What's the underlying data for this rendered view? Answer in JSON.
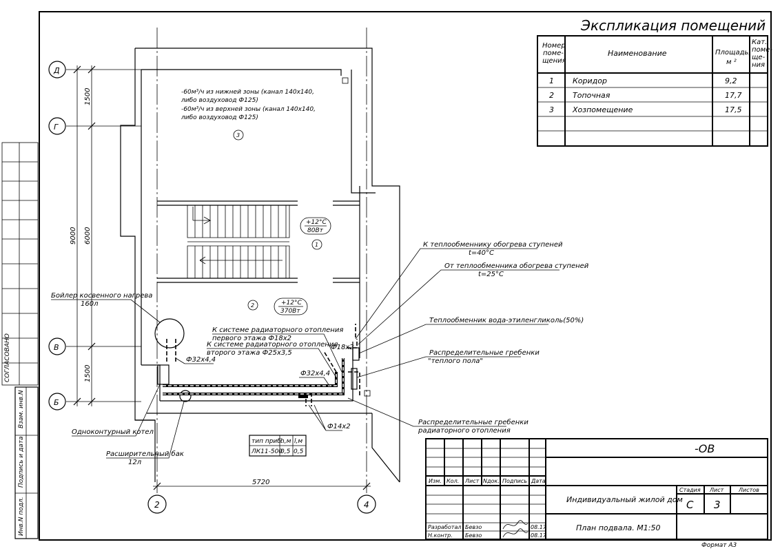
{
  "explication": {
    "title": "Экспликация помещений",
    "headers": {
      "num": "Номер поме-щения",
      "name": "Наименование",
      "area": "Площадь, м ²",
      "cat": "Кат. поме-ще-ния"
    },
    "header_lines": {
      "num": [
        "Номер",
        "поме-",
        "щения"
      ],
      "area": [
        "Площадь,",
        "м ²"
      ],
      "cat": [
        "Кат.",
        "поме-",
        "ще-",
        "ния"
      ]
    },
    "rows": [
      {
        "num": "1",
        "name": "Коридор",
        "area": "9,2"
      },
      {
        "num": "2",
        "name": "Топочная",
        "area": "17,7"
      },
      {
        "num": "3",
        "name": "Хозпомещение",
        "area": "17,5"
      }
    ]
  },
  "stamp_left": {
    "agreed": "СОГЛАСОВАНО",
    "vzam": "Взам. инв.N",
    "sign": "Подпись и дата",
    "inv": "Инв.N подл."
  },
  "axes": {
    "d": "Д",
    "g": "Г",
    "v": "В",
    "b": "Б",
    "n2": "2",
    "n4": "4"
  },
  "dims": {
    "d1": "1500",
    "d2": "6000",
    "d3": "1500",
    "total": "9000",
    "width": "5720"
  },
  "room_tags": {
    "r1": "1",
    "r2": "2",
    "r3": "3"
  },
  "temps": {
    "t1": {
      "temp": "+12°C",
      "power": "80Вт"
    },
    "t2": {
      "temp": "+12°C",
      "power": "370Вт"
    }
  },
  "notes": {
    "vent1": "-60м³/ч из нижней зоны (канал 140х140,",
    "vent2": "либо воздуховод Ф125)",
    "vent3": "-60м³/ч из верхней зоны (канал 140х140,",
    "vent4": "либо воздуховод Ф125)"
  },
  "callouts": {
    "boiler_tank": "Бойлер косвенного нагрева",
    "boiler_tank_vol": "160л",
    "boiler": "Одноконтурный котел",
    "exp_tank": "Расширительный бак",
    "exp_tank_vol": "12л",
    "to_hx": "К теплообменнику обогрева ступеней",
    "to_hx_t": "t=40°С",
    "from_hx": "От теплообменника обогрева ступеней",
    "from_hx_t": "t=25°С",
    "hx": "Теплообменник вода-этиленгликоль(50%)",
    "floor_man1": "Распределительные гребенки",
    "floor_man2": "\"теплого пола\"",
    "rad_man1": "Распределительные гребенки",
    "rad_man2": "радиаторного отопления",
    "rad1a": "К системе радиаторного отопления",
    "rad1b": "первого этажа Ф18х2",
    "rad2a": "К системе радиаторного отопления",
    "rad2b": "второго этажа Ф25х3,5",
    "p1": "Ф32х4,4",
    "p2": "Ф32х4,4",
    "p3": "Ф18х2",
    "p4": "Ф14х2"
  },
  "rad_table": {
    "headers": [
      "тип приб.",
      "h,м",
      "l,м"
    ],
    "row": [
      "ЛК11-500",
      "0,5",
      "0,5"
    ]
  },
  "title_block": {
    "code": "-ОВ",
    "cols": [
      "Изм.",
      "Кол.",
      "Лист",
      "Nдок.",
      "Подпись",
      "Дата"
    ],
    "project": "Индивидуальный жилой дом",
    "stage_h": "Стадия",
    "sheet_h": "Лист",
    "sheets_h": "Листов",
    "stage": "С",
    "sheet": "3",
    "drawing": "План подвала. М1:50",
    "dev_role": "Разработал",
    "dev_name": "Бевзо",
    "dev_date": "08.17",
    "ctrl_role": "Н.контр.",
    "ctrl_name": "Бевзо",
    "ctrl_date": "08.17",
    "format": "Формат А3"
  }
}
